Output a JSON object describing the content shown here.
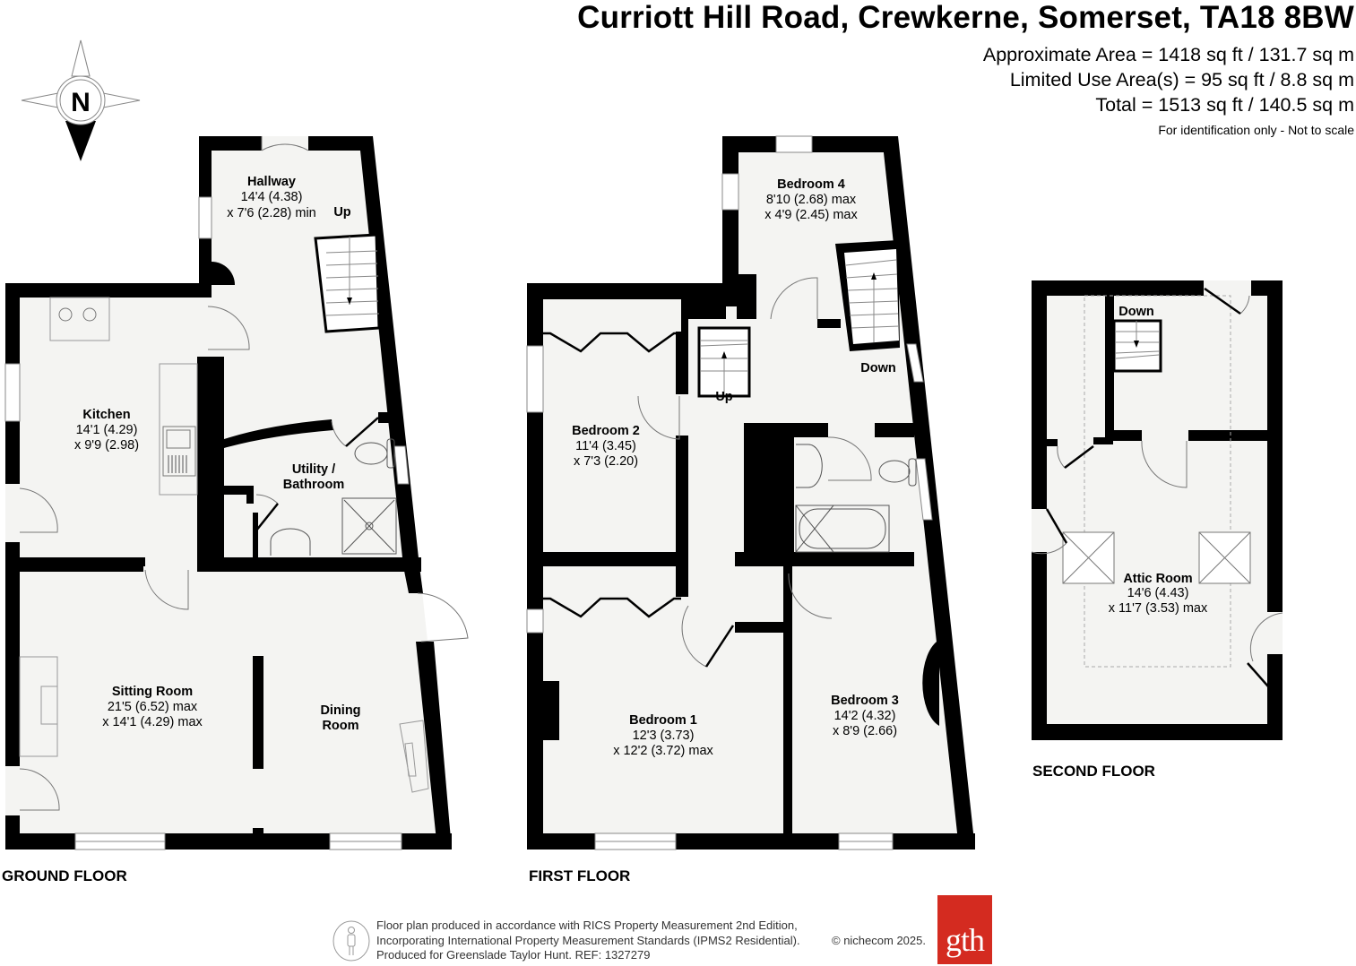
{
  "header": {
    "title": "Curriott Hill Road, Crewkerne, Somerset, TA18 8BW",
    "approximate_area": "Approximate Area = 1418 sq ft / 131.7 sq m",
    "limited_use_area": "Limited Use Area(s) = 95 sq ft / 8.8 sq m",
    "total": "Total = 1513 sq ft / 140.5 sq m",
    "disclaimer": "For identification only - Not to scale"
  },
  "compass": {
    "label": "N",
    "icon": "compass-north-icon"
  },
  "floors": {
    "ground": {
      "label": "GROUND FLOOR",
      "rooms": [
        {
          "name": "Hallway",
          "dim1": "14'4 (4.38)",
          "dim2": "x 7'6 (2.28) min"
        },
        {
          "name": "Kitchen",
          "dim1": "14'1 (4.29)",
          "dim2": "x 9'9 (2.98)"
        },
        {
          "name": "Utility /",
          "name2": "Bathroom"
        },
        {
          "name": "Sitting Room",
          "dim1": "21'5 (6.52) max",
          "dim2": "x 14'1 (4.29) max"
        },
        {
          "name": "Dining",
          "name2": "Room"
        }
      ],
      "stairs_label": "Up"
    },
    "first": {
      "label": "FIRST FLOOR",
      "rooms": [
        {
          "name": "Bedroom 4",
          "dim1": "8'10 (2.68) max",
          "dim2": "x 4'9 (2.45) max"
        },
        {
          "name": "Bedroom 2",
          "dim1": "11'4 (3.45)",
          "dim2": "x 7'3 (2.20)"
        },
        {
          "name": "Bedroom 1",
          "dim1": "12'3 (3.73)",
          "dim2": "x 12'2 (3.72) max"
        },
        {
          "name": "Bedroom 3",
          "dim1": "14'2 (4.32)",
          "dim2": "x 8'9 (2.66)"
        }
      ],
      "stairs_up_label": "Up",
      "stairs_down_label": "Down"
    },
    "second": {
      "label": "SECOND FLOOR",
      "rooms": [
        {
          "name": "Attic Room",
          "dim1": "14'6 (4.43)",
          "dim2": "x 11'7 (3.53) max"
        }
      ],
      "stairs_down_label": "Down"
    }
  },
  "footer": {
    "line1": "Floor plan produced in accordance with RICS Property Measurement 2nd Edition,",
    "line2": "Incorporating International Property Measurement Standards (IPMS2 Residential).",
    "line3": "Produced for Greenslade Taylor Hunt.   REF: 1327279",
    "copyright": "© nichecom 2025.",
    "logo_text": "gth",
    "logo_color": "#d42b20"
  },
  "colors": {
    "wall": "#000000",
    "floor": "#f4f4f2",
    "fixture_line": "#555555"
  }
}
